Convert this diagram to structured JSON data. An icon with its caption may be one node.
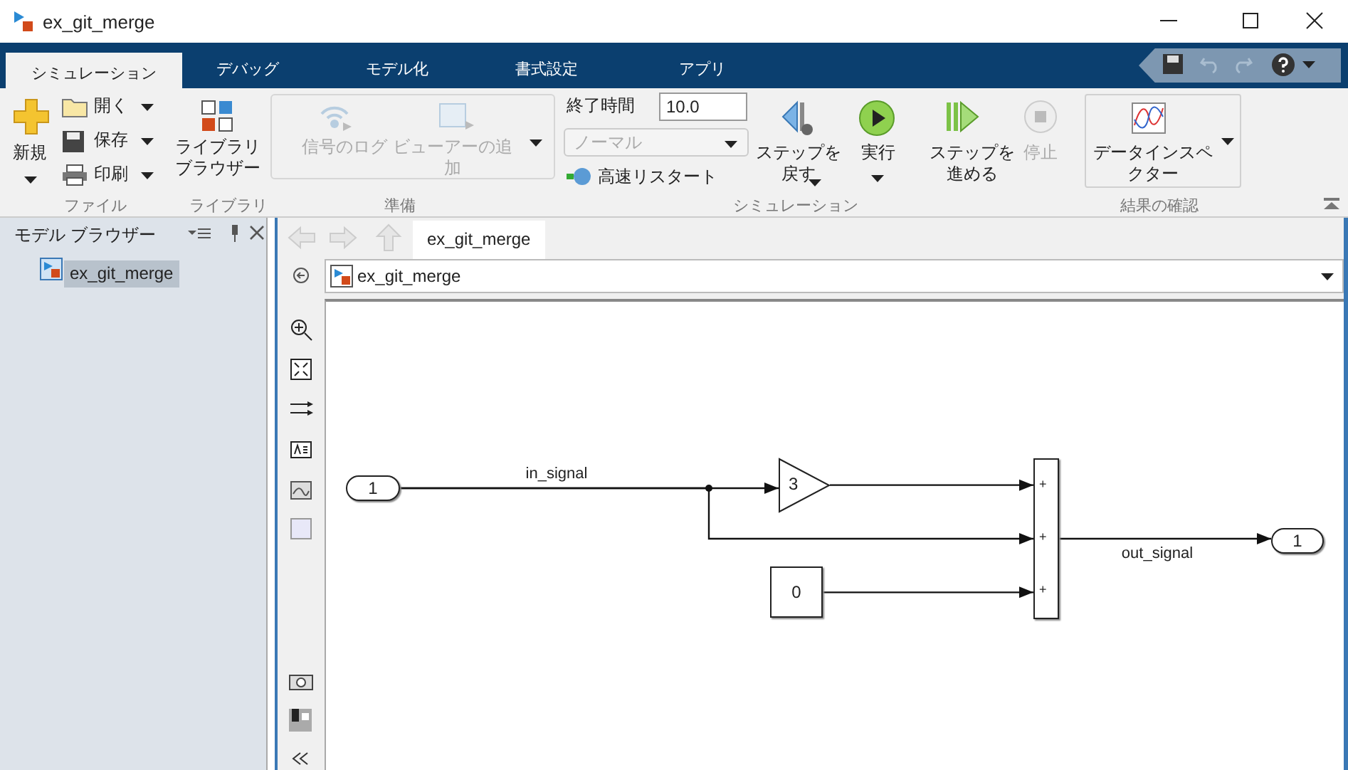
{
  "diagram": {
    "title": "ex_git_merge",
    "nodes": [
      {
        "text": [
          "1"
        ]
      },
      {
        "text": [
          "3"
        ]
      },
      {
        "text": [
          "0"
        ]
      },
      {
        "text": [
          "+",
          "+",
          "+"
        ]
      },
      {
        "text": [
          "1"
        ]
      }
    ],
    "edges": [
      {
        "from": 0,
        "to": 1,
        "arrow": "to",
        "label": "in_signal"
      },
      {
        "from": 0,
        "to": 3,
        "arrow": "to"
      },
      {
        "from": 1,
        "to": 3,
        "arrow": "to"
      },
      {
        "from": 2,
        "to": 3,
        "arrow": "to"
      },
      {
        "from": 3,
        "to": 4,
        "arrow": "to",
        "label": "out_signal"
      }
    ],
    "labels": [
      "シミュレーション",
      "デバッグ",
      "モデル化",
      "書式設定",
      "アプリ",
      "新規",
      "開く",
      "保存",
      "印刷",
      "ファイル",
      "ライブラリブラウザー",
      "ライブラリ",
      "信号のログ",
      "ビューアーの追加",
      "準備",
      "終了時間",
      "10.0",
      "ノーマル",
      "高速リスタート",
      "ステップを戻す",
      "実行",
      "ステップを進める",
      "停止",
      "データインスペクター",
      "シミュレーション",
      "結果の確認",
      "モデル ブラウザー",
      "ex_git_merge",
      "ex_git_merge",
      "ex_git_merge"
    ]
  }
}
